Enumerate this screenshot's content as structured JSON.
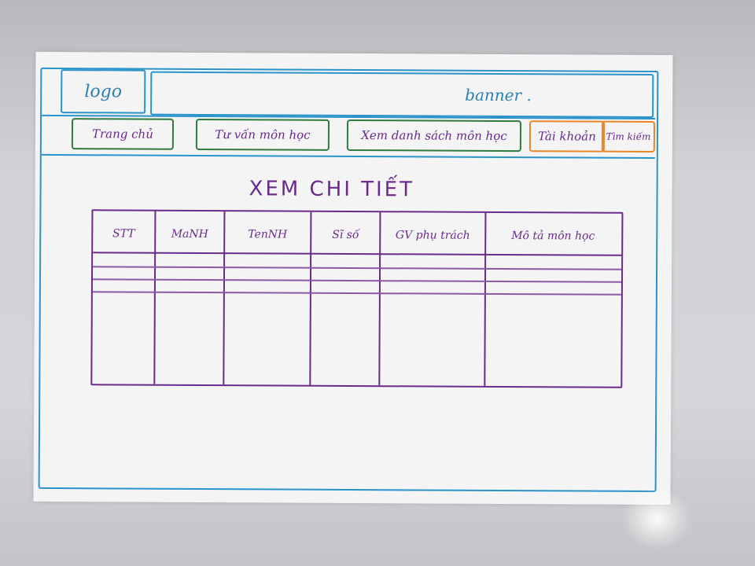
{
  "header": {
    "logo": "logo",
    "banner": "banner ."
  },
  "nav": {
    "items": [
      {
        "label": "Trang chủ"
      },
      {
        "label": "Tư vấn môn học"
      },
      {
        "label": "Xem danh sách môn học"
      },
      {
        "label": "Tài khoản"
      },
      {
        "label": "Tìm kiếm"
      }
    ]
  },
  "main": {
    "title": "XEM CHI TIẾT",
    "table": {
      "columns": [
        "STT",
        "MaNH",
        "TenNH",
        "Sĩ số",
        "GV phụ trách",
        "Mô tả môn học"
      ],
      "rows": []
    }
  },
  "colors": {
    "frame": "#2a93c9",
    "nav_border": "#2f7a3c",
    "nav_border_account": "#e88628",
    "ink": "#6a2a8a"
  }
}
